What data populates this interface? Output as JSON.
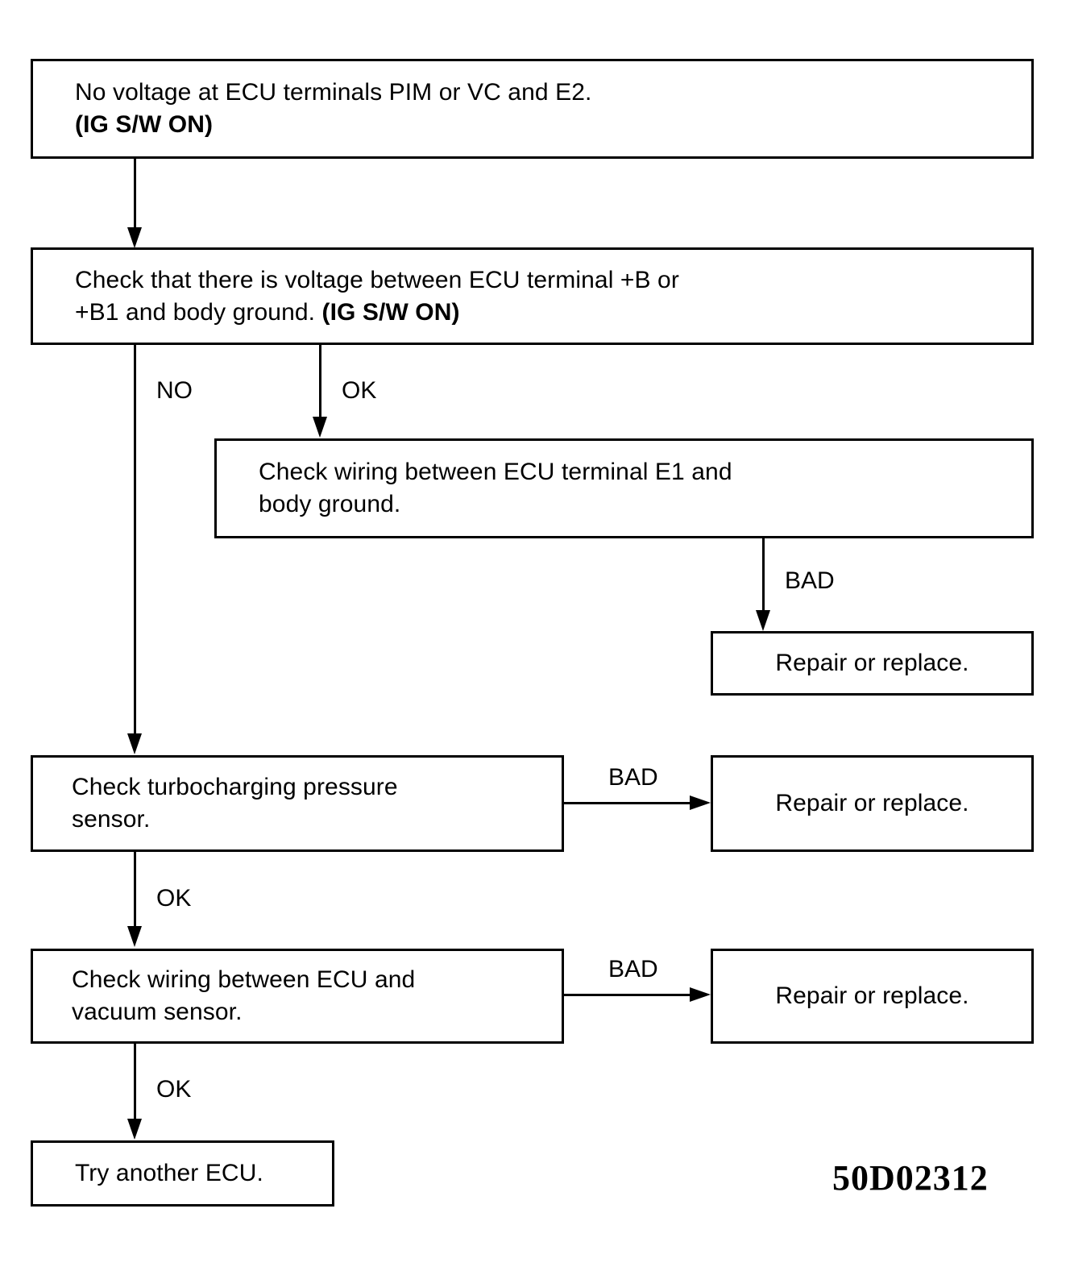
{
  "diagram": {
    "title": "ECU terminal voltage troubleshooting flowchart",
    "reference_code": "50D02312",
    "ink_color": "#000000",
    "background_color": "#ffffff"
  },
  "nodes": {
    "start": {
      "line1": "No voltage at ECU terminals PIM or VC and E2.",
      "line2": "(IG S/W ON)"
    },
    "check_voltage": {
      "line1": "Check that there is voltage between ECU terminal +B or",
      "line2_normal": "+B1 and body ground. ",
      "line2_bold": "(IG S/W ON)"
    },
    "check_e1_wiring": {
      "line1": "Check wiring between ECU terminal E1 and",
      "line2": "body ground."
    },
    "repair_e1": {
      "line1": "Repair or replace."
    },
    "check_pressure_sensor": {
      "line1": "Check turbocharging pressure",
      "line2": "sensor."
    },
    "repair_pressure_sensor": {
      "line1": "Repair or replace."
    },
    "check_vacuum_wiring": {
      "line1": "Check wiring between ECU and",
      "line2": "vacuum sensor."
    },
    "repair_vacuum_wiring": {
      "line1": "Repair or replace."
    },
    "try_another_ecu": {
      "line1": "Try another ECU."
    }
  },
  "edges": {
    "start_to_check_voltage": {
      "label": ""
    },
    "check_voltage_no": {
      "label": "NO"
    },
    "check_voltage_ok": {
      "label": "OK"
    },
    "check_e1_bad": {
      "label": "BAD"
    },
    "pressure_sensor_bad": {
      "label": "BAD"
    },
    "pressure_sensor_ok": {
      "label": "OK"
    },
    "vacuum_wiring_bad": {
      "label": "BAD"
    },
    "vacuum_wiring_ok": {
      "label": "OK"
    }
  }
}
